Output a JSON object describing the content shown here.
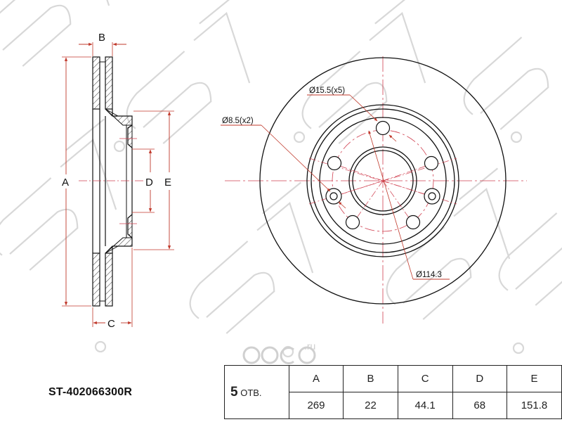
{
  "brand_watermark": {
    "text": "SAT",
    "registered_mark": "®",
    "color": "#d4d4d4"
  },
  "site_watermark": {
    "text": "авсо",
    "suffix": ".ru",
    "color": "#cfcfcf"
  },
  "part_number": "ST-402066300R",
  "side_view": {
    "dimension_labels": {
      "A": "A",
      "B": "B",
      "C": "C",
      "D": "D",
      "E": "E"
    }
  },
  "front_view": {
    "callouts": {
      "stud_holes": "Ø15.5(x5)",
      "locating_holes": "Ø8.5(x2)",
      "pcd": "Ø114.3"
    }
  },
  "spec_table": {
    "holes_count": "5",
    "holes_unit": "ОТВ.",
    "headers": [
      "A",
      "B",
      "C",
      "D",
      "E"
    ],
    "values": [
      "269",
      "22",
      "44.1",
      "68",
      "151.8"
    ]
  },
  "colors": {
    "outline": "#111111",
    "dimension": "#c0392b",
    "centerline": "#d04050",
    "watermark": "#d4d4d4"
  },
  "chart_data": {
    "type": "table",
    "title": "ST-402066300R brake disc dimensions (mm)",
    "categories": [
      "A",
      "B",
      "C",
      "D",
      "E"
    ],
    "values": [
      269,
      22,
      44.1,
      68,
      151.8
    ],
    "holes": 5,
    "annotations": [
      "Ø15.5(x5)",
      "Ø8.5(x2)",
      "Ø114.3"
    ]
  }
}
